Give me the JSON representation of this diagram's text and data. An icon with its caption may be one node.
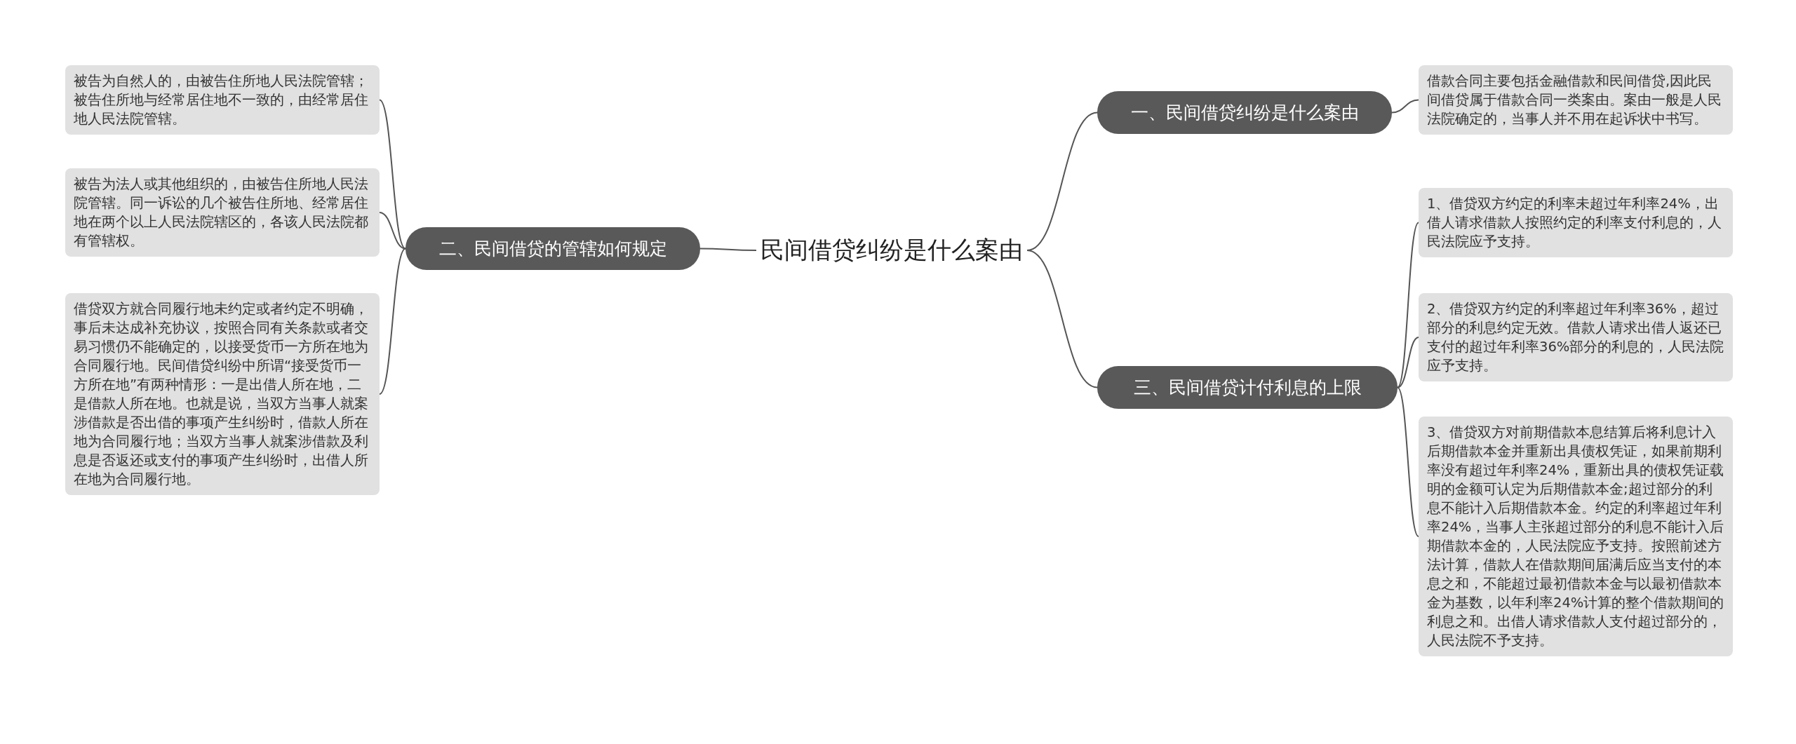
{
  "diagram": {
    "nodes": [
      {
        "text": [
          "民间借贷纠纷是什么案由"
        ]
      },
      {
        "text": [
          "一、民间借贷纠纷是什么案由"
        ]
      },
      {
        "text": [
          "借款合同主要包括金融借款和民间借贷,因此民间借贷属于借款合同一类案由。案由一般是人民法院确定的，当事人并不用在起诉状中书写。"
        ]
      },
      {
        "text": [
          "二、民间借贷的管辖如何规定"
        ]
      },
      {
        "text": [
          "被告为自然人的，由被告住所地人民法院管辖；被告住所地与经常居住地不一致的，由经常居住地人民法院管辖。"
        ]
      },
      {
        "text": [
          "被告为法人或其他组织的，由被告住所地人民法院管辖。同一诉讼的几个被告住所地、经常居住地在两个以上人民法院辖区的，各该人民法院都有管辖权。"
        ]
      },
      {
        "text": [
          "借贷双方就合同履行地未约定或者约定不明确，事后未达成补充协议，按照合同有关条款或者交易习惯仍不能确定的，以接受货币一方所在地为合同履行地。民间借贷纠纷中所谓“接受货币一方所在地”有两种情形：一是出借人所在地，二是借款人所在地。也就是说，当双方当事人就案涉借款是否出借的事项产生纠纷时，借款人所在地为合同履行地；当双方当事人就案涉借款及利息是否返还或支付的事项产生纠纷时，出借人所在地为合同履行地。"
        ]
      },
      {
        "text": [
          "三、民间借贷计付利息的上限"
        ]
      },
      {
        "text": [
          "1、借贷双方约定的利率未超过年利率24%，出借人请求借款人按照约定的利率支付利息的，人民法院应予支持。"
        ]
      },
      {
        "text": [
          "2、借贷双方约定的利率超过年利率36%，超过部分的利息约定无效。借款人请求出借人返还已支付的超过年利率36%部分的利息的，人民法院应予支持。"
        ]
      },
      {
        "text": [
          "3、借贷双方对前期借款本息结算后将利息计入后期借款本金并重新出具债权凭证，如果前期利率没有超过年利率24%，重新出具的债权凭证载明的金额可认定为后期借款本金;超过部分的利息不能计入后期借款本金。约定的利率超过年利率24%，当事人主张超过部分的利息不能计入后期借款本金的，人民法院应予支持。按照前述方法计算，借款人在借款期间届满后应当支付的本息之和，不能超过最初借款本金与以最初借款本金为基数，以年利率24%计算的整个借款期间的利息之和。出借人请求借款人支付超过部分的，人民法院不予支持。"
        ]
      }
    ],
    "edges": [
      {
        "from": 0,
        "to": 1,
        "arrow": "none"
      },
      {
        "from": 1,
        "to": 2,
        "arrow": "none"
      },
      {
        "from": 0,
        "to": 3,
        "arrow": "none"
      },
      {
        "from": 3,
        "to": 4,
        "arrow": "none"
      },
      {
        "from": 3,
        "to": 5,
        "arrow": "none"
      },
      {
        "from": 3,
        "to": 6,
        "arrow": "none"
      },
      {
        "from": 0,
        "to": 7,
        "arrow": "none"
      },
      {
        "from": 7,
        "to": 8,
        "arrow": "none"
      },
      {
        "from": 7,
        "to": 9,
        "arrow": "none"
      },
      {
        "from": 7,
        "to": 10,
        "arrow": "none"
      }
    ]
  }
}
